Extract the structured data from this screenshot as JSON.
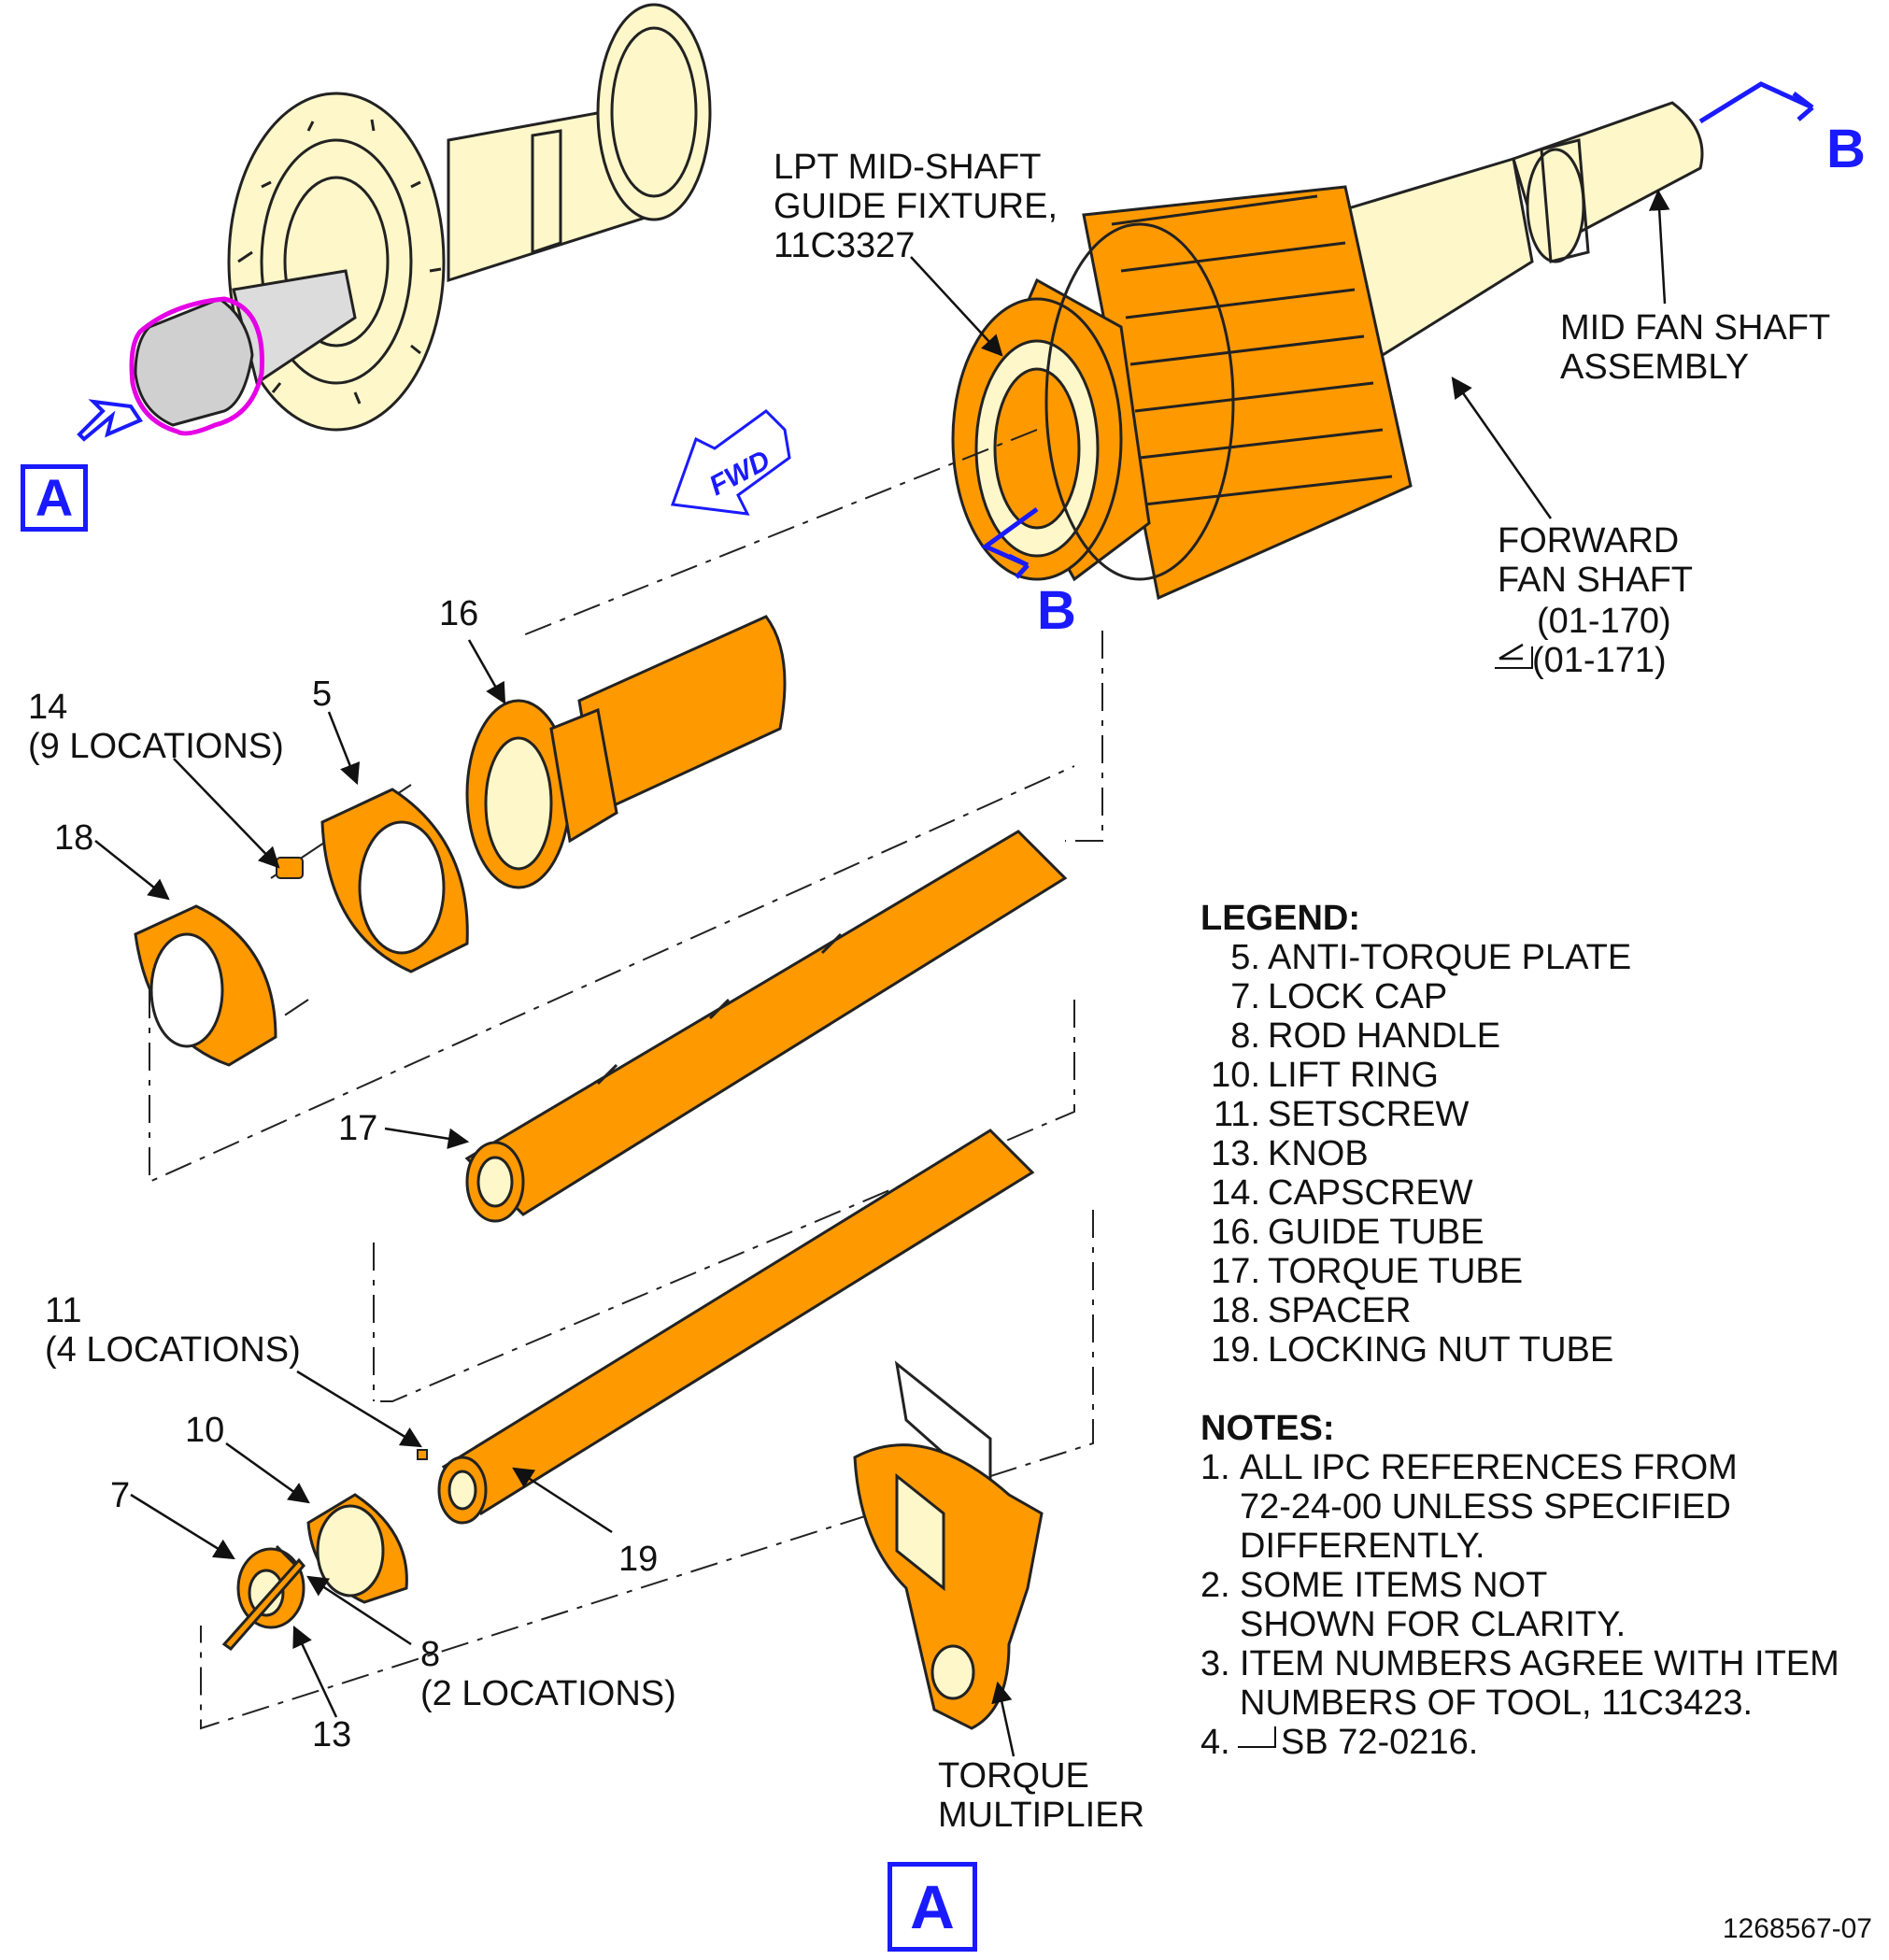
{
  "labels": {
    "lpt_fixture": "LPT MID-SHAFT\nGUIDE FIXTURE,\n11C3327",
    "mid_fan_shaft": "MID FAN SHAFT\nASSEMBLY",
    "forward_fan_shaft": "FORWARD\nFAN SHAFT",
    "ffs_ref1": "(01-170)",
    "ffs_ref2": "(01-171)",
    "fwd": "FWD",
    "item14": "14\n(9 LOCATIONS)",
    "item5": "5",
    "item16": "16",
    "item18": "18",
    "item17": "17",
    "item11": "11\n(4 LOCATIONS)",
    "item10": "10",
    "item7": "7",
    "item8": "8\n(2 LOCATIONS)",
    "item13": "13",
    "item19": "19",
    "torque_multiplier": "TORQUE\nMULTIPLIER",
    "view_a": "A",
    "section_b": "B",
    "figure_id": "1268567-07"
  },
  "legend": {
    "title": "LEGEND:",
    "items": [
      {
        "num": "5.",
        "name": "ANTI-TORQUE PLATE"
      },
      {
        "num": "7.",
        "name": "LOCK CAP"
      },
      {
        "num": "8.",
        "name": "ROD HANDLE"
      },
      {
        "num": "10.",
        "name": "LIFT RING"
      },
      {
        "num": "11.",
        "name": "SETSCREW"
      },
      {
        "num": "13.",
        "name": "KNOB"
      },
      {
        "num": "14.",
        "name": "CAPSCREW"
      },
      {
        "num": "16.",
        "name": "GUIDE TUBE"
      },
      {
        "num": "17.",
        "name": "TORQUE TUBE"
      },
      {
        "num": "18.",
        "name": "SPACER"
      },
      {
        "num": "19.",
        "name": "LOCKING NUT TUBE"
      }
    ]
  },
  "notes": {
    "title": "NOTES:",
    "items": [
      {
        "num": "1.",
        "text": "ALL IPC REFERENCES FROM\n72-24-00 UNLESS SPECIFIED\nDIFFERENTLY."
      },
      {
        "num": "2.",
        "text": "SOME ITEMS NOT\nSHOWN FOR CLARITY."
      },
      {
        "num": "3.",
        "text": "ITEM NUMBERS AGREE WITH ITEM\nNUMBERS OF TOOL, 11C3423."
      },
      {
        "num": "4.",
        "text": "SB 72-0216."
      }
    ]
  },
  "colors": {
    "tool_orange": "#ff9900",
    "engine_cream": "#fdf7c9",
    "knob_gray": "#d0d0d0",
    "highlight_magenta": "#e600e6",
    "callout_blue": "#1a1aff"
  }
}
